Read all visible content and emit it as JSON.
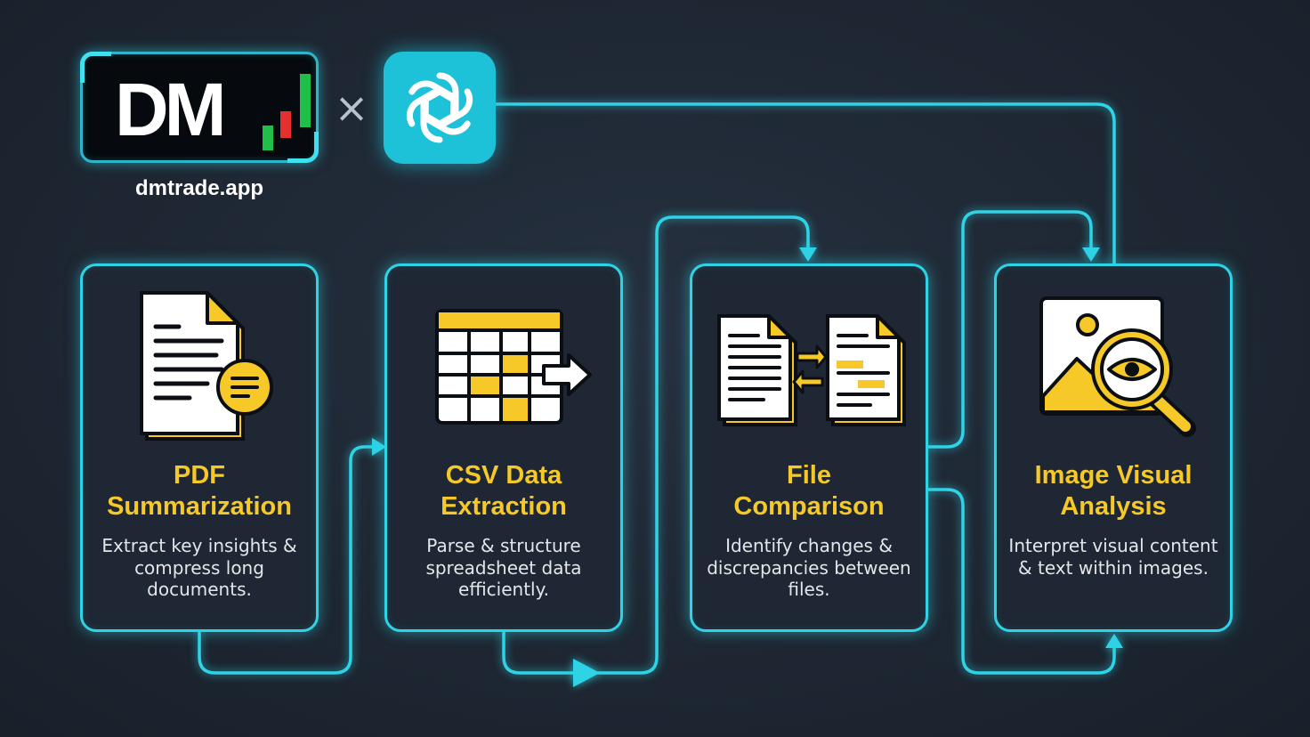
{
  "brand": {
    "logo_text": "DM",
    "url": "dmtrade.app",
    "separator": "×",
    "partner_icon": "openai-icon"
  },
  "colors": {
    "accent": "#2fd3e6",
    "title": "#f6c928",
    "background": "#1e2733",
    "bar_green": "#1fbf4a",
    "bar_red": "#e63030"
  },
  "cards": [
    {
      "icon": "pdf-document-icon",
      "title_line1": "PDF",
      "title_line2": "Summarization",
      "desc": [
        "Extract key insights &",
        "compress long",
        "documents."
      ]
    },
    {
      "icon": "spreadsheet-icon",
      "title_line1": "CSV Data",
      "title_line2": "Extraction",
      "desc": [
        "Parse & structure",
        "spreadsheet data",
        "efficiently."
      ]
    },
    {
      "icon": "file-compare-icon",
      "title_line1": "File",
      "title_line2": "Comparison",
      "desc": [
        "Identify changes &",
        "discrepancies between",
        "files."
      ]
    },
    {
      "icon": "image-search-icon",
      "title_line1": "Image Visual",
      "title_line2": "Analysis",
      "desc": [
        "Interpret visual content",
        "& text within images."
      ]
    }
  ]
}
